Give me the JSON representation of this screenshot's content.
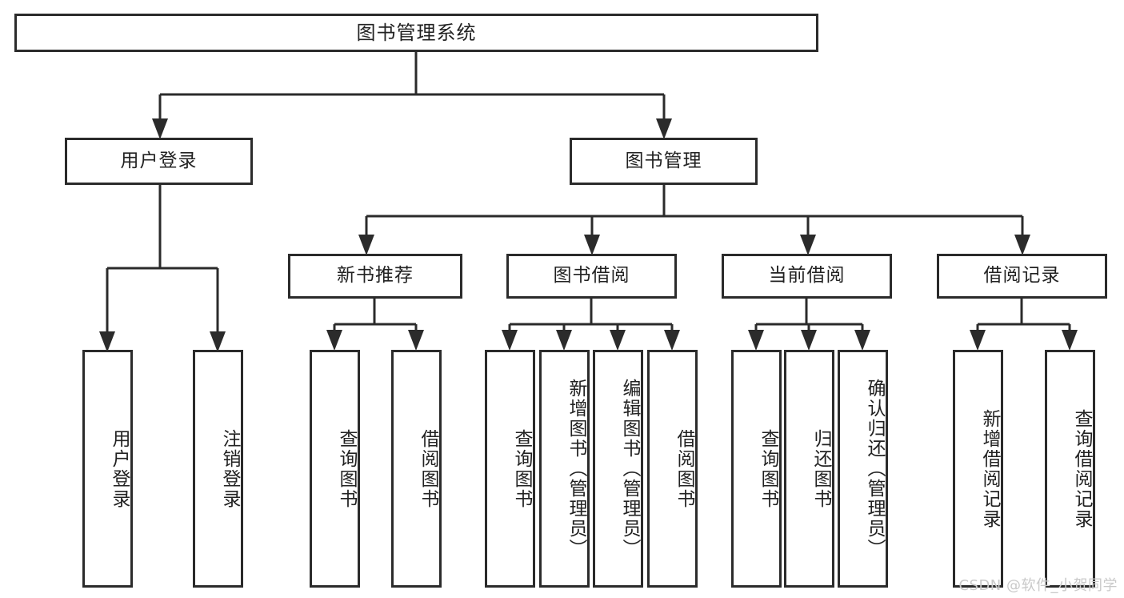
{
  "diagram": {
    "title": "图书管理系统",
    "type": "tree-hierarchy",
    "root": {
      "label": "图书管理系统"
    },
    "level2": [
      {
        "label": "用户登录"
      },
      {
        "label": "图书管理"
      }
    ],
    "level3": [
      {
        "label": "新书推荐"
      },
      {
        "label": "图书借阅"
      },
      {
        "label": "当前借阅"
      },
      {
        "label": "借阅记录"
      }
    ],
    "leaves": {
      "user_login": [
        {
          "label": "用户登录"
        },
        {
          "label": "注销登录"
        }
      ],
      "new_book_recommend": [
        {
          "label": "查询图书"
        },
        {
          "label": "借阅图书"
        }
      ],
      "book_borrow": [
        {
          "label": "查询图书"
        },
        {
          "label": "新增图书（管理员）"
        },
        {
          "label": "编辑图书（管理员）"
        },
        {
          "label": "借阅图书"
        }
      ],
      "current_borrow": [
        {
          "label": "查询图书"
        },
        {
          "label": "归还图书"
        },
        {
          "label": "确认归还（管理员）"
        }
      ],
      "borrow_record": [
        {
          "label": "新增借阅记录"
        },
        {
          "label": "查询借阅记录"
        }
      ]
    }
  },
  "watermark": {
    "text": "CSDN @软件_小贺同学"
  },
  "colors": {
    "stroke": "#2b2b2b",
    "fill": "#ffffff",
    "text": "#222222",
    "watermark": "#c9c9c9"
  }
}
